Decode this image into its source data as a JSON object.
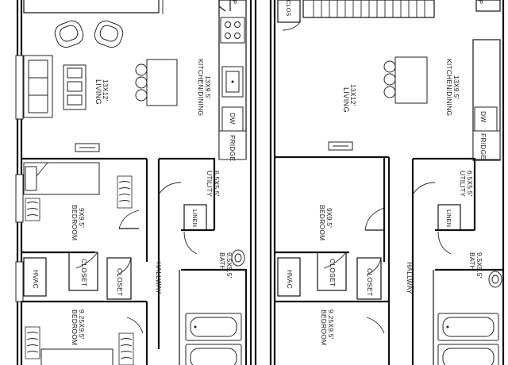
{
  "units": {
    "left": {
      "kitchen": {
        "name": "KITCHEN/DINING",
        "size": "13X9.5'"
      },
      "living": {
        "name": "LIVING",
        "size": "13X12'"
      },
      "utility": {
        "name": "UTILITY",
        "size": "6.5X5.5'"
      },
      "linen": "LINEN",
      "bath": {
        "name": "BATH",
        "size": "9.5X5.5'"
      },
      "dw": "DW",
      "fridge": "FRIDGE",
      "bedroom1": {
        "name": "BEDROOM",
        "size": "9X9.5'"
      },
      "bedroom2": {
        "name": "BEDROOM",
        "size": "9.25X9.5'"
      },
      "hvac": "HVAC",
      "closet1": "CLOSET",
      "closet2": "CLOSET",
      "hallway": "HALLWAY"
    },
    "right": {
      "kitchen": {
        "name": "KITCHEN/DINING",
        "size": "13X9.5'"
      },
      "living": {
        "name": "LIVING",
        "size": "13X12'"
      },
      "utility": {
        "name": "UTILITY",
        "size": "6.5X5.5'"
      },
      "linen": "LINEN",
      "bath": {
        "name": "BATH",
        "size": "9.5X5.5'"
      },
      "dw": "DW",
      "fridge": "FRIDGE",
      "bedroom1": {
        "name": "BEDROOM",
        "size": "9X9.5'"
      },
      "bedroom2": {
        "name": "BEDROOM",
        "size": "9.25X9.5'"
      },
      "hvac": "HVAC",
      "closet1": "CLOSET",
      "closet2": "CLOSET",
      "hallway": "HALLWAY",
      "closet_top": "CLOS"
    }
  },
  "cut_labels": {
    "left": "P",
    "right": "P"
  }
}
